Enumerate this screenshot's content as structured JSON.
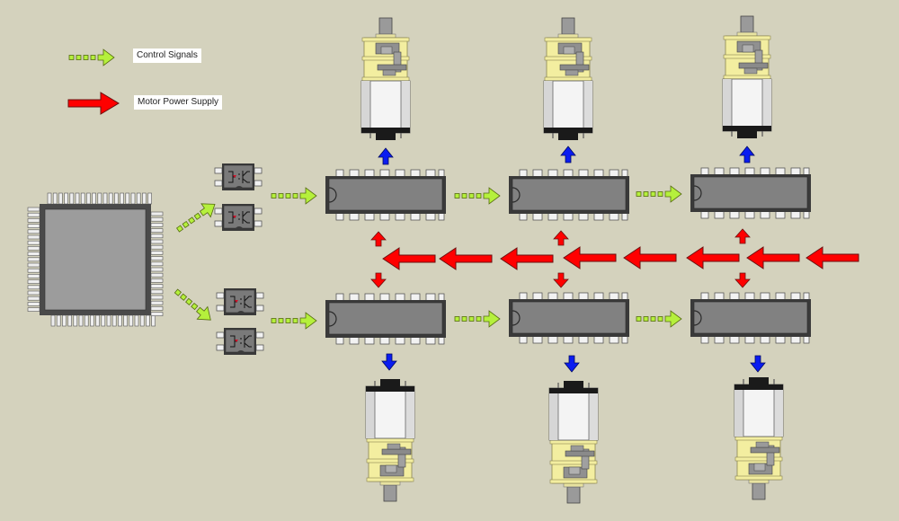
{
  "diagram": {
    "title": "Motor control block diagram",
    "background_color": "#d4d2bd",
    "legend": [
      {
        "key": "control",
        "label": "Control Signals",
        "style": "dotted-arrow",
        "color": "#b5f03c"
      },
      {
        "key": "power",
        "label": "Motor Power Supply",
        "style": "solid-arrow",
        "color": "#ff0000"
      }
    ],
    "colors": {
      "control_signal": "#b5f03c",
      "power_supply": "#ff0000",
      "motor_output": "#0a1cf0",
      "chip_body": "#808080",
      "chip_frame": "#3c3c3c",
      "gearbox": "#f3eea0",
      "motor_can": "#f4f4f4"
    },
    "microcontroller": {
      "name": "microcontroller",
      "package": "QFP"
    },
    "optocouplers": [
      {
        "id": "opto-1",
        "row": "top"
      },
      {
        "id": "opto-2",
        "row": "top"
      },
      {
        "id": "opto-3",
        "row": "bottom"
      },
      {
        "id": "opto-4",
        "row": "bottom"
      }
    ],
    "drivers": [
      {
        "id": "driver-top-1",
        "row": "top",
        "col": 1
      },
      {
        "id": "driver-top-2",
        "row": "top",
        "col": 2
      },
      {
        "id": "driver-top-3",
        "row": "top",
        "col": 3
      },
      {
        "id": "driver-bottom-1",
        "row": "bottom",
        "col": 1
      },
      {
        "id": "driver-bottom-2",
        "row": "bottom",
        "col": 2
      },
      {
        "id": "driver-bottom-3",
        "row": "bottom",
        "col": 3
      }
    ],
    "motors": [
      {
        "id": "motor-top-1",
        "row": "top",
        "col": 1,
        "orientation": "shaft-up"
      },
      {
        "id": "motor-top-2",
        "row": "top",
        "col": 2,
        "orientation": "shaft-up"
      },
      {
        "id": "motor-top-3",
        "row": "top",
        "col": 3,
        "orientation": "shaft-up"
      },
      {
        "id": "motor-bottom-1",
        "row": "bottom",
        "col": 1,
        "orientation": "shaft-down"
      },
      {
        "id": "motor-bottom-2",
        "row": "bottom",
        "col": 2,
        "orientation": "shaft-down"
      },
      {
        "id": "motor-bottom-3",
        "row": "bottom",
        "col": 3,
        "orientation": "shaft-down"
      }
    ],
    "connections": {
      "control": [
        "microcontroller -> opto top",
        "microcontroller -> opto bottom",
        "opto top -> driver-top-1",
        "driver-top-1 -> driver-top-2",
        "driver-top-2 -> driver-top-3",
        "opto bottom -> driver-bottom-1",
        "driver-bottom-1 -> driver-bottom-2",
        "driver-bottom-2 -> driver-bottom-3"
      ],
      "power": "right edge -> leftward through bus, branching up/down to each driver pair",
      "motor_output": "each driver -> its motor"
    }
  }
}
